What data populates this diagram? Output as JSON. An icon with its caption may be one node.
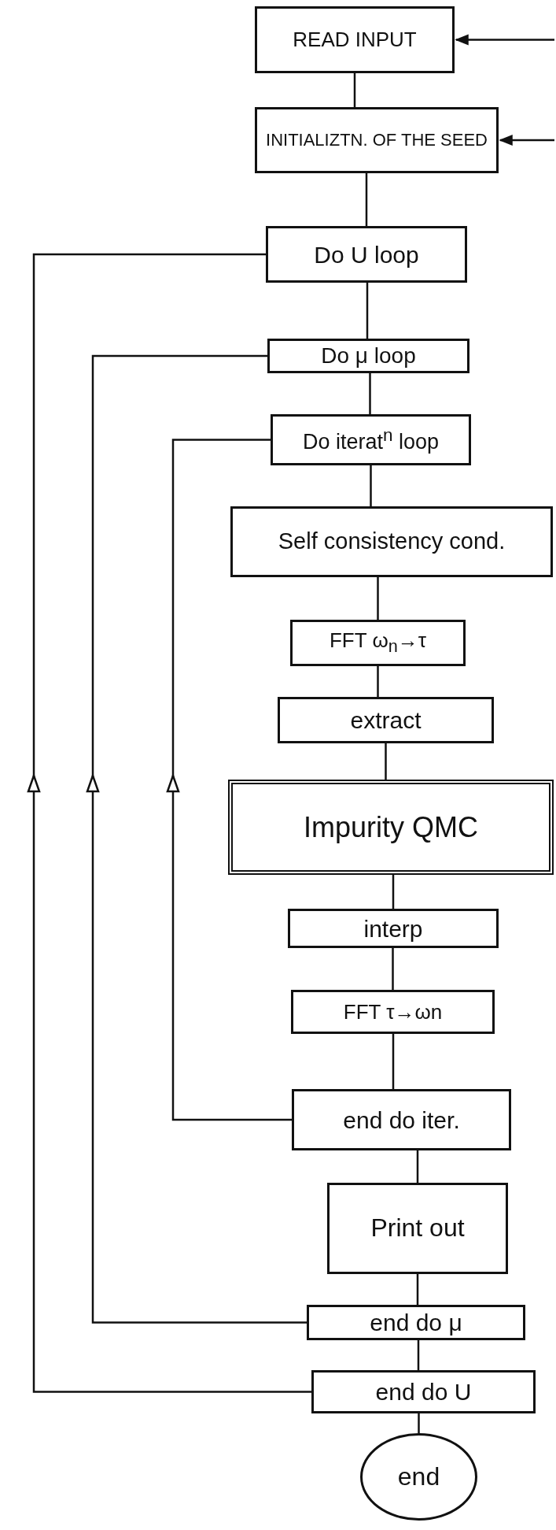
{
  "diagram": {
    "nodes": [
      {
        "text": [
          "READ INPUT"
        ]
      },
      {
        "text": [
          "INITIALIZTN. OF THE SEED"
        ]
      },
      {
        "text": [
          "Do U loop"
        ]
      },
      {
        "text": [
          "Do μ loop"
        ]
      },
      {
        "text": [
          "Do iterat$^{n}$ loop"
        ]
      },
      {
        "text": [
          "Self consistency cond."
        ]
      },
      {
        "text": [
          "FFT ω$_{n}$→τ"
        ]
      },
      {
        "text": [
          "extract"
        ]
      },
      {
        "text": [
          "Impurity QMC"
        ]
      },
      {
        "text": [
          "interp"
        ]
      },
      {
        "text": [
          "FFT τ→ωn"
        ]
      },
      {
        "text": [
          "end do iter."
        ]
      },
      {
        "text": [
          "Print out"
        ]
      },
      {
        "text": [
          "end do μ"
        ]
      },
      {
        "text": [
          "end do U"
        ]
      },
      {
        "text": [
          "end"
        ]
      }
    ],
    "edges": [
      {
        "from": null,
        "to": 0,
        "arrow": "to"
      },
      {
        "from": null,
        "to": 1,
        "arrow": "to"
      },
      {
        "from": 0,
        "to": 1,
        "arrow": "none"
      },
      {
        "from": 1,
        "to": 2,
        "arrow": "none"
      },
      {
        "from": 2,
        "to": 3,
        "arrow": "none"
      },
      {
        "from": 3,
        "to": 4,
        "arrow": "none"
      },
      {
        "from": 4,
        "to": 5,
        "arrow": "none"
      },
      {
        "from": 5,
        "to": 6,
        "arrow": "none"
      },
      {
        "from": 6,
        "to": 7,
        "arrow": "none"
      },
      {
        "from": 7,
        "to": 8,
        "arrow": "none"
      },
      {
        "from": 8,
        "to": 9,
        "arrow": "none"
      },
      {
        "from": 9,
        "to": 10,
        "arrow": "none"
      },
      {
        "from": 10,
        "to": 11,
        "arrow": "none"
      },
      {
        "from": 11,
        "to": 12,
        "arrow": "none"
      },
      {
        "from": 12,
        "to": 13,
        "arrow": "none"
      },
      {
        "from": 13,
        "to": 14,
        "arrow": "none"
      },
      {
        "from": 14,
        "to": 15,
        "arrow": "none"
      },
      {
        "from": 11,
        "to": 4,
        "arrow": "to"
      },
      {
        "from": 13,
        "to": 3,
        "arrow": "to"
      },
      {
        "from": 14,
        "to": 2,
        "arrow": "to"
      }
    ]
  }
}
